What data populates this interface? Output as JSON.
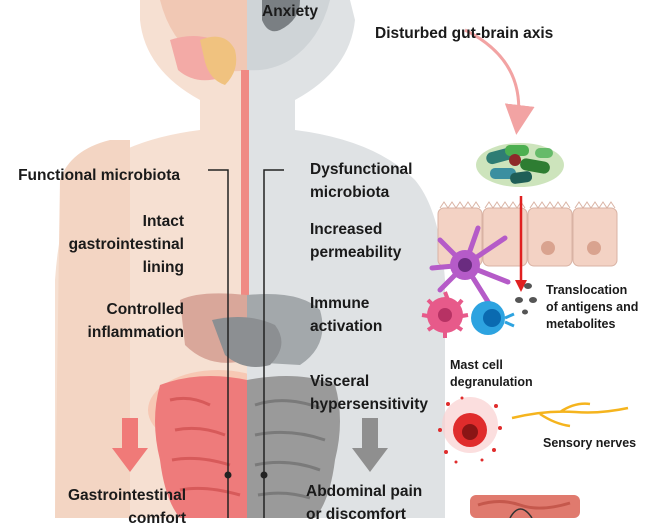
{
  "top": {
    "anxiety": "Anxiety",
    "axis": "Disturbed gut-brain axis"
  },
  "healthy": {
    "microbiota": "Functional microbiota",
    "lining": [
      "Intact",
      "gastrointestinal",
      "lining"
    ],
    "inflammation": [
      "Controlled",
      "inflammation"
    ],
    "outcome": [
      "Gastrointestinal",
      "comfort"
    ]
  },
  "dysfunction": {
    "microbiota": [
      "Dysfunctional",
      "microbiota"
    ],
    "permeability": [
      "Increased",
      "permeability"
    ],
    "immune": [
      "Immune",
      "activation"
    ],
    "visceral": [
      "Visceral",
      "hypersensitivity"
    ],
    "outcome": [
      "Abdominal pain",
      "or discomfort"
    ]
  },
  "panel": {
    "translocation": [
      "Translocation",
      "of antigens and",
      "metabolites"
    ],
    "mast": [
      "Mast cell",
      "degranulation"
    ],
    "nerves": "Sensory nerves"
  },
  "colors": {
    "healthy_bg": "#f6e0d2",
    "dysfunction_bg": "#dfe2e4",
    "esophagus": "#f08a84",
    "intestine_healthy": "#ee7b7b",
    "intestine_dys": "#9a9a9a",
    "arrow_healthy": "#f07a78",
    "arrow_dys": "#8f8f8f",
    "red_arrow": "#e02020",
    "nerve": "#f5b41e"
  }
}
